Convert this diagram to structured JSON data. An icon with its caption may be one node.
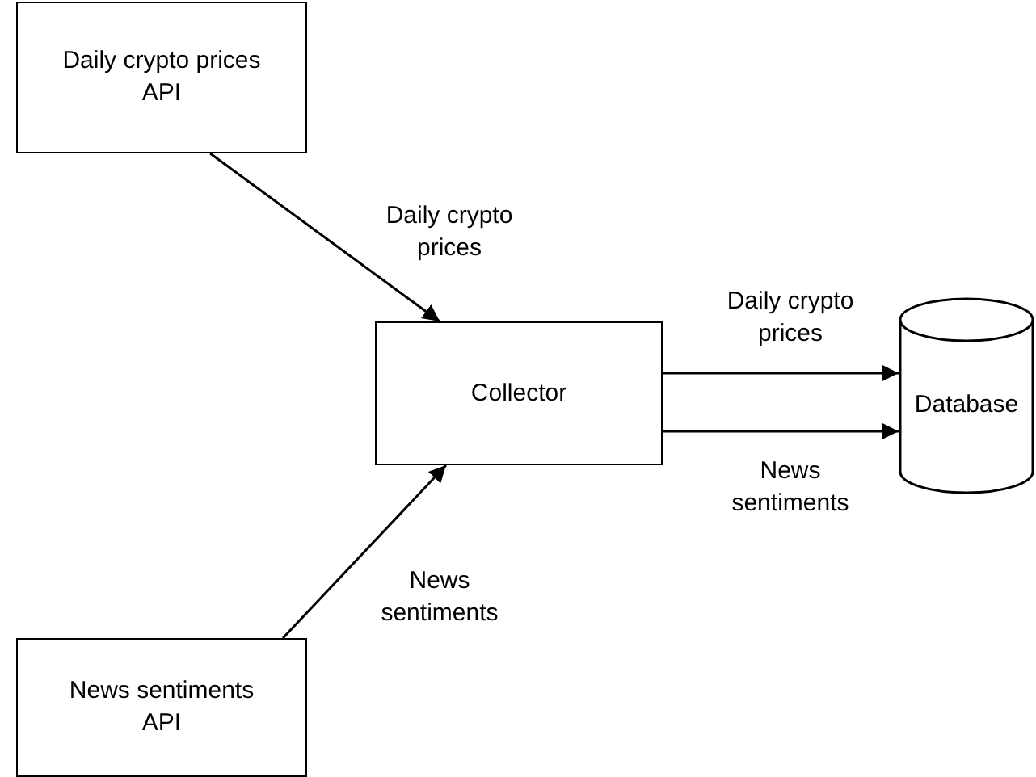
{
  "diagram": {
    "nodes": [
      {
        "text": [
          "Daily crypto prices API"
        ]
      },
      {
        "text": [
          "Collector"
        ]
      },
      {
        "text": [
          "Database"
        ]
      },
      {
        "text": [
          "News sentiments API"
        ]
      }
    ],
    "edges": [
      {
        "from": 0,
        "to": 1,
        "arrow": "to",
        "label": "Daily crypto prices"
      },
      {
        "from": 3,
        "to": 1,
        "arrow": "to",
        "label": "News sentiments"
      },
      {
        "from": 1,
        "to": 2,
        "arrow": "to",
        "label": "Daily crypto prices"
      },
      {
        "from": 1,
        "to": 2,
        "arrow": "to",
        "label": "News sentiments"
      }
    ]
  }
}
